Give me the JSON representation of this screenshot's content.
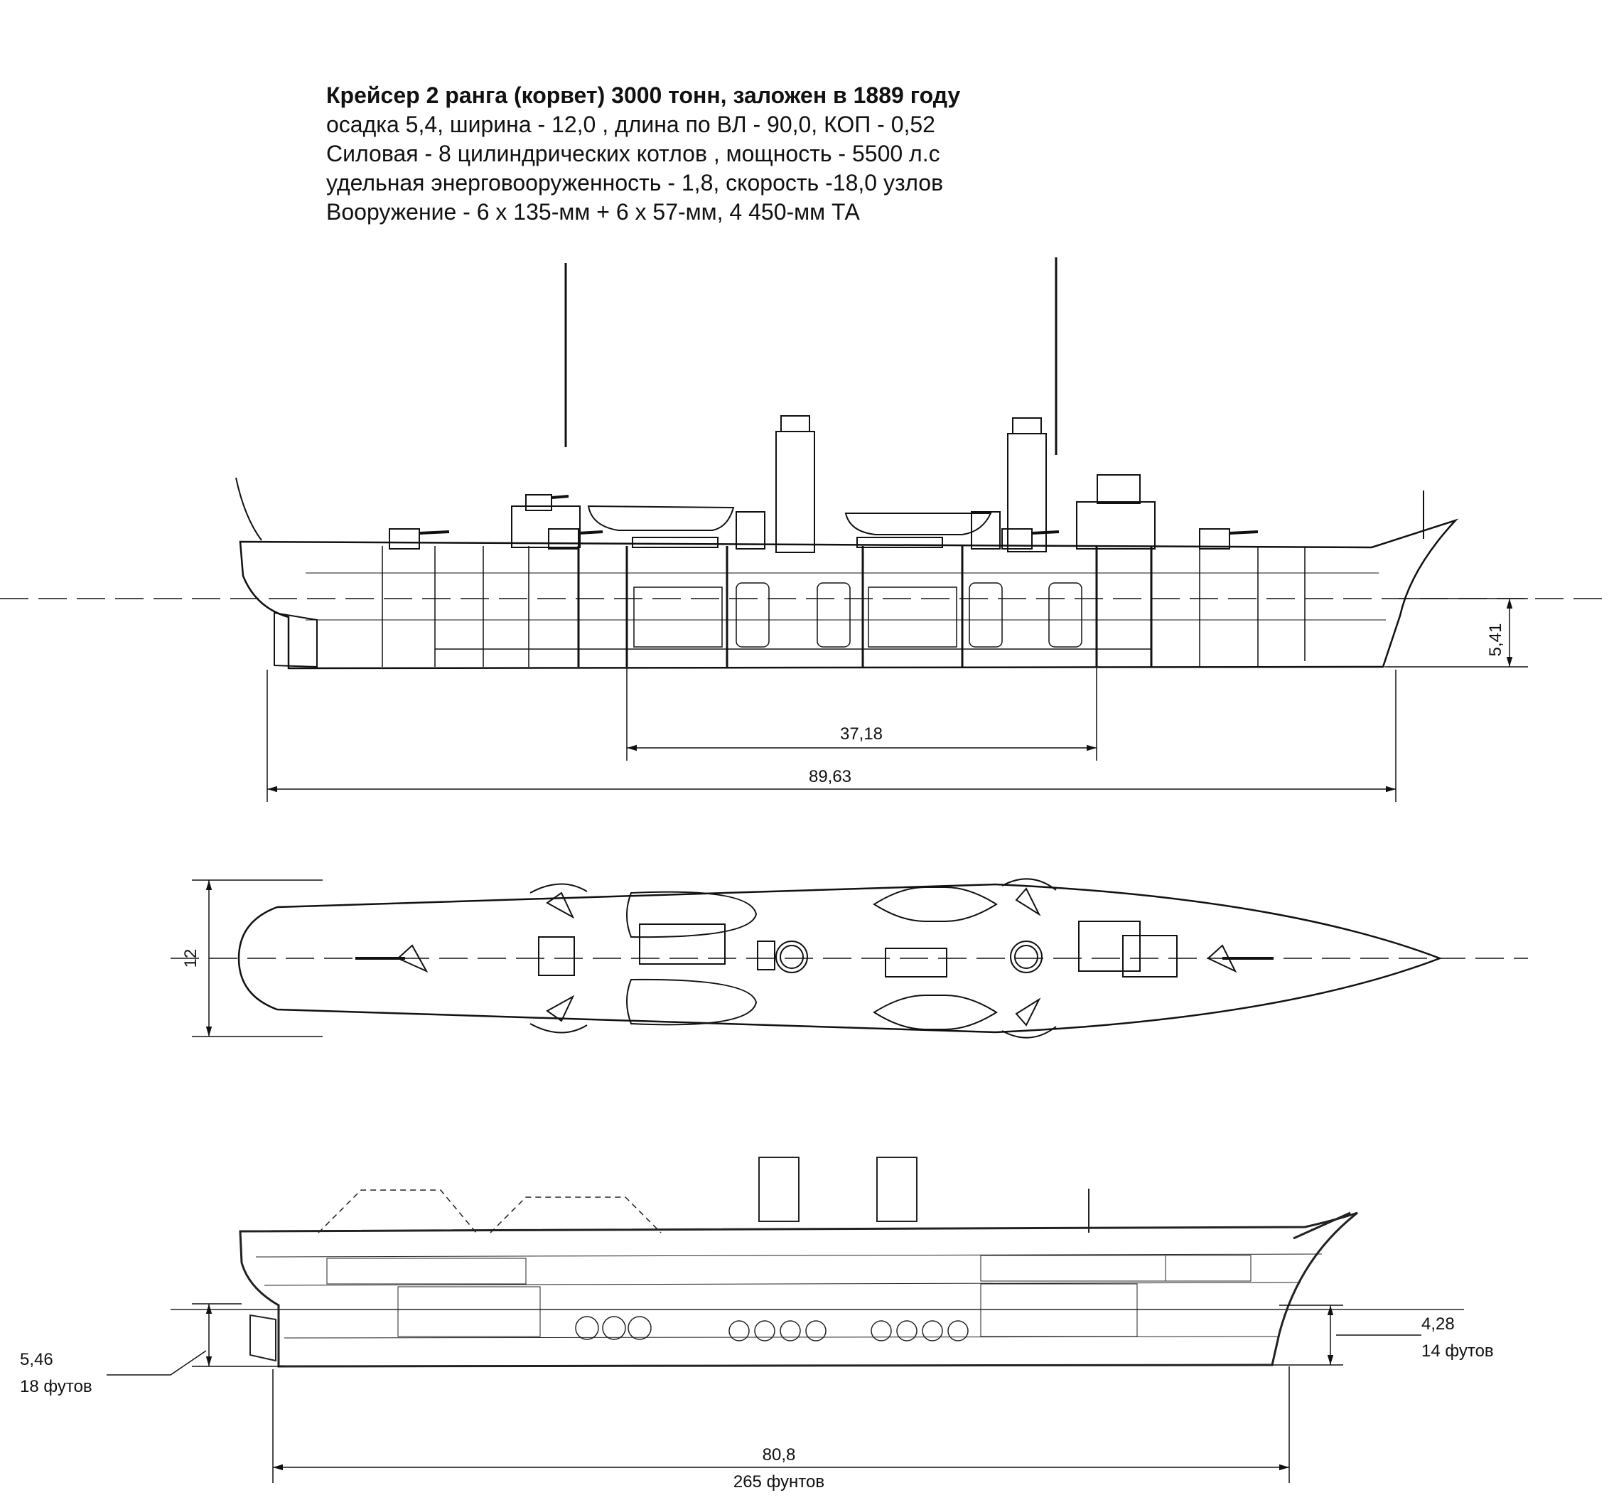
{
  "spec": {
    "title": "Крейсер 2 ранга (корвет) 3000 тонн, заложен в 1889 году",
    "line1": "осадка 5,4, ширина - 12,0 , длина по ВЛ - 90,0, КОП - 0,52",
    "line2": "Силовая - 8 цилиндрических котлов , мощность - 5500 л.с",
    "line3": "удельная энерговооруженность - 1,8, скорость -18,0 узлов",
    "line4": "Вооружение - 6 х 135-мм + 6 х 57-мм, 4 450-мм ТА"
  },
  "profile_dims": {
    "draft": "5,41",
    "machinery_length": "37,18",
    "overall_length": "89,63"
  },
  "plan_dims": {
    "beam": "12"
  },
  "section_dims": {
    "draft_aft": "5,46",
    "draft_aft_ft": "18 футов",
    "draft_fwd": "4,28",
    "draft_fwd_ft": "14 футов",
    "length": "80,8",
    "length_ft": "265 фунтов"
  }
}
